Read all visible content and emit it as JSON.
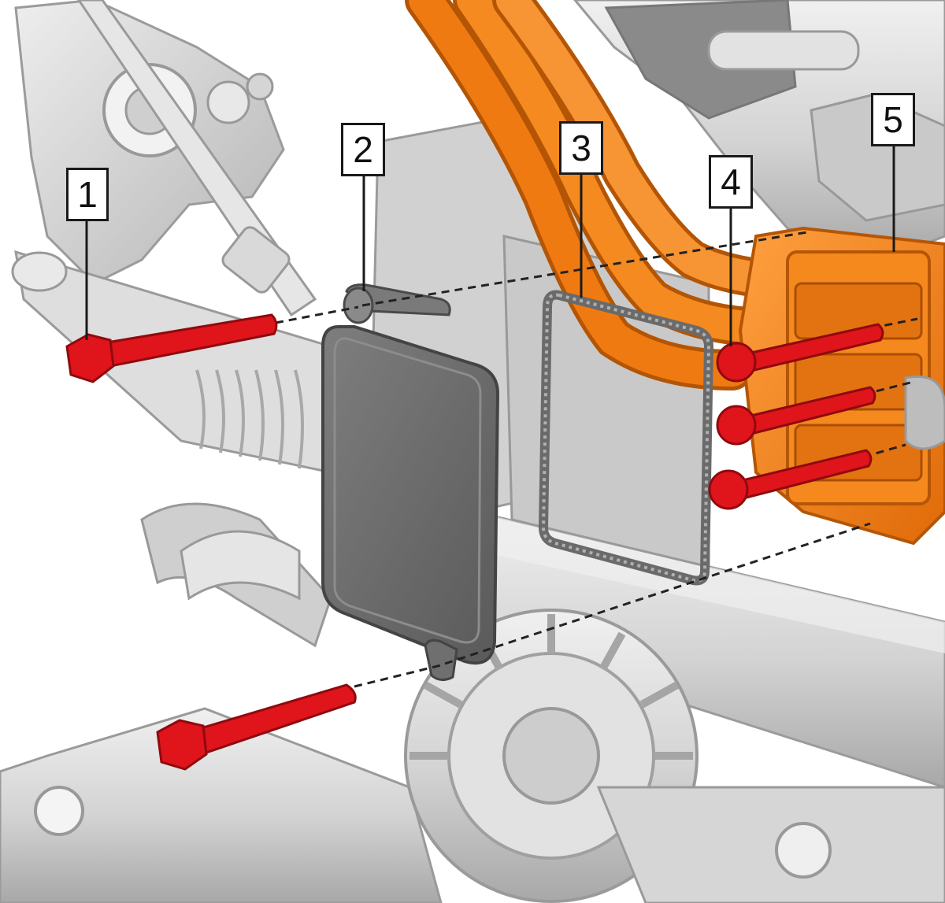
{
  "callouts": [
    {
      "label": "1",
      "part": "bolt"
    },
    {
      "label": "2",
      "part": "cover-plate"
    },
    {
      "label": "3",
      "part": "gasket"
    },
    {
      "label": "4",
      "part": "connector-bolts"
    },
    {
      "label": "5",
      "part": "hv-connector-housing"
    }
  ],
  "colors": {
    "fastener": "#e0141b",
    "hv_cable": "#f07a12",
    "connector_housing": "#f5891e",
    "cover_plate": "#6f6f6f",
    "gasket": "#7a7a7a",
    "chassis": "#d8d8d8",
    "chassis_shadow": "#a9a9a9",
    "background": "#ffffff"
  }
}
